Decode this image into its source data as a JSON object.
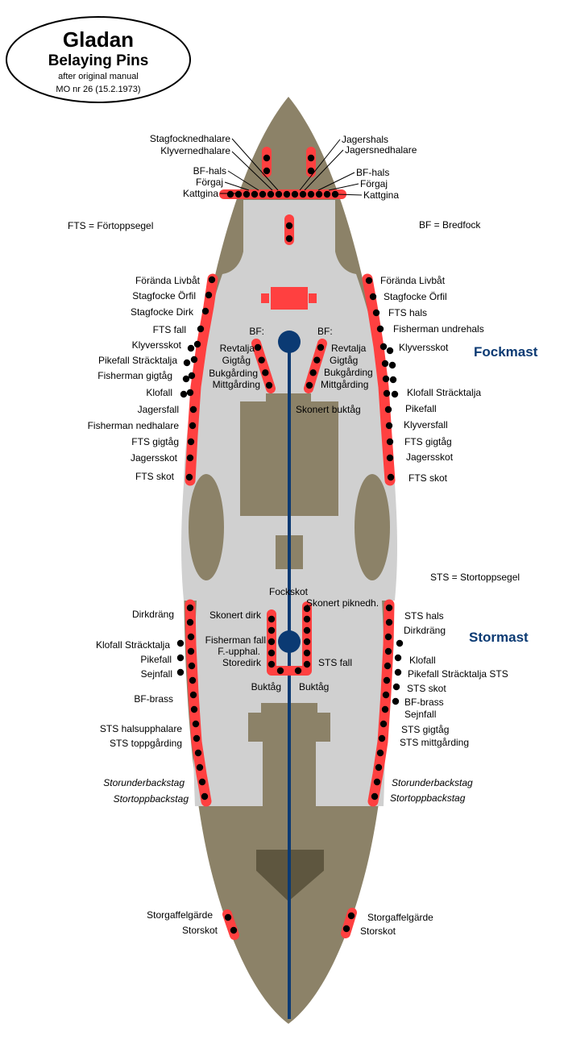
{
  "title_block": {
    "title": "Gladan",
    "subtitle": "Belaying Pins",
    "note1": "after original manual",
    "note2": "MO nr 26 (15.2.1973)"
  },
  "legend": {
    "fts": "FTS = Förtoppsegel",
    "bf": "BF = Bredfock",
    "sts": "STS = Stortoppsegel"
  },
  "masts": {
    "fore": "Fockmast",
    "main": "Stormast"
  },
  "colors": {
    "hull": "#8c8268",
    "deck": "#d0d0d0",
    "rail": "#ff4040",
    "pin": "#000000",
    "mast": "#0b3a73",
    "hatch_dark": "#5e563f"
  },
  "bow": {
    "left": [
      "Stagfocknedhalare",
      "Klyvernedhalare",
      "BF-hals",
      "Förgaj",
      "Kattgina"
    ],
    "right": [
      "Jagershals",
      "Jagersnedhalare",
      "BF-hals",
      "Förgaj",
      "Kattgina"
    ]
  },
  "fore_port": [
    "Förända Livbåt",
    "Stagfocke Örfil",
    "Stagfocke Dirk",
    "FTS fall",
    "Klyversskot",
    "Pikefall Sträcktalja",
    "Fisherman gigtåg",
    "Klofall",
    "Jagersfall",
    "Fisherman nedhalare",
    "FTS gigtåg",
    "Jagersskot",
    "FTS skot"
  ],
  "fore_starboard": [
    "Förända Livbåt",
    "Stagfocke Örfil",
    "FTS hals",
    "Fisherman undrehals",
    "Klyversskot",
    "Klofall Sträcktalja",
    "Pikefall",
    "Klyversfall",
    "FTS gigtåg",
    "Jagersskot",
    "FTS skot"
  ],
  "fore_mast_rails": {
    "left_head": "BF:",
    "right_head": "BF:",
    "left": [
      "Revtalja",
      "Gigtåg",
      "Bukgårding",
      "Mittgårding"
    ],
    "right": [
      "Revtalja",
      "Gigtåg",
      "Bukgårding",
      "Mittgårding"
    ],
    "center": "Skonert buktåg"
  },
  "fockskot": "Fockskot",
  "main_mast_rails": {
    "top_left": "Skonert dirk",
    "top_right": "Skonert piknedh.",
    "left": [
      "Fisherman fall",
      "F.-upphal.",
      "Storedirk"
    ],
    "right": "STS fall",
    "bottom_left": "Buktåg",
    "bottom_right": "Buktåg"
  },
  "main_port": [
    "Dirkdräng",
    "Klofall Sträcktalja",
    "Pikefall",
    "Sejnfall",
    "BF-brass",
    "STS halsupphalare",
    "STS toppgårding",
    "Storunderbackstag",
    "Stortoppbackstag"
  ],
  "main_starboard": [
    "STS hals",
    "Dirkdräng",
    "Klofall",
    "Pikefall Sträcktalja STS",
    "STS skot",
    "BF-brass",
    "Sejnfall",
    "STS gigtåg",
    "STS mittgårding",
    "Storunderbackstag",
    "Stortoppbackstag"
  ],
  "stern": {
    "left": [
      "Storgaffelgärde",
      "Storskot"
    ],
    "right": [
      "Storgaffelgärde",
      "Storskot"
    ]
  }
}
